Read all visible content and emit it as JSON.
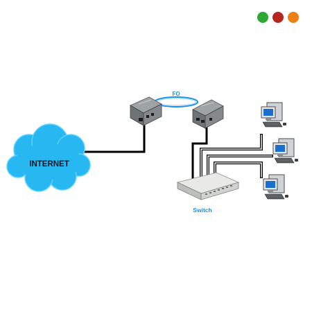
{
  "window_controls": {
    "dots": [
      {
        "color": "#2fa836"
      },
      {
        "color": "#b5261f"
      },
      {
        "color": "#ee7f16"
      }
    ]
  },
  "diagram": {
    "cloud_label": "INTERNET",
    "fiber_label": "FO",
    "switch_label": "Switch",
    "colors": {
      "cloud_fill": "#27b8f2",
      "cloud_stroke": "#5fd3ff",
      "fiber_ring": "#1f8fe8",
      "fiber_label": "#1a8fe0",
      "switch_label": "#1a8fe0",
      "cable": "#000000",
      "cable_light": "#d8d8d8"
    },
    "devices": {
      "media_converters": [
        "media-converter-left",
        "media-converter-right"
      ],
      "computers": [
        "computer-1",
        "computer-2",
        "computer-3"
      ]
    }
  }
}
